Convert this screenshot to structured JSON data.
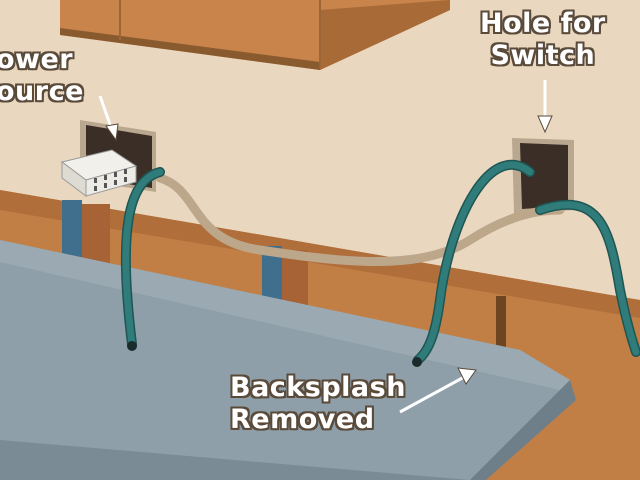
{
  "labels": {
    "power_source": {
      "line1": "ower",
      "line2": "ource"
    },
    "hole_for_switch": {
      "line1": "Hole for",
      "line2": "Switch"
    },
    "backsplash_removed": {
      "line1": "Backsplash",
      "line2": "Removed"
    }
  },
  "colors": {
    "wall": "#e9d7c0",
    "cabinet_wood": "#c27f45",
    "cabinet_shadow": "#8a5a2f",
    "countertop_top": "#8e9fa9",
    "countertop_edge": "#6f7f89",
    "cable": "#2f7c7a",
    "switch_hole": "#3b2e27",
    "label_text": "#ffffff",
    "label_outline": "#5a4a3a"
  },
  "icons": [
    "power-strip-icon",
    "arrow-icon"
  ]
}
